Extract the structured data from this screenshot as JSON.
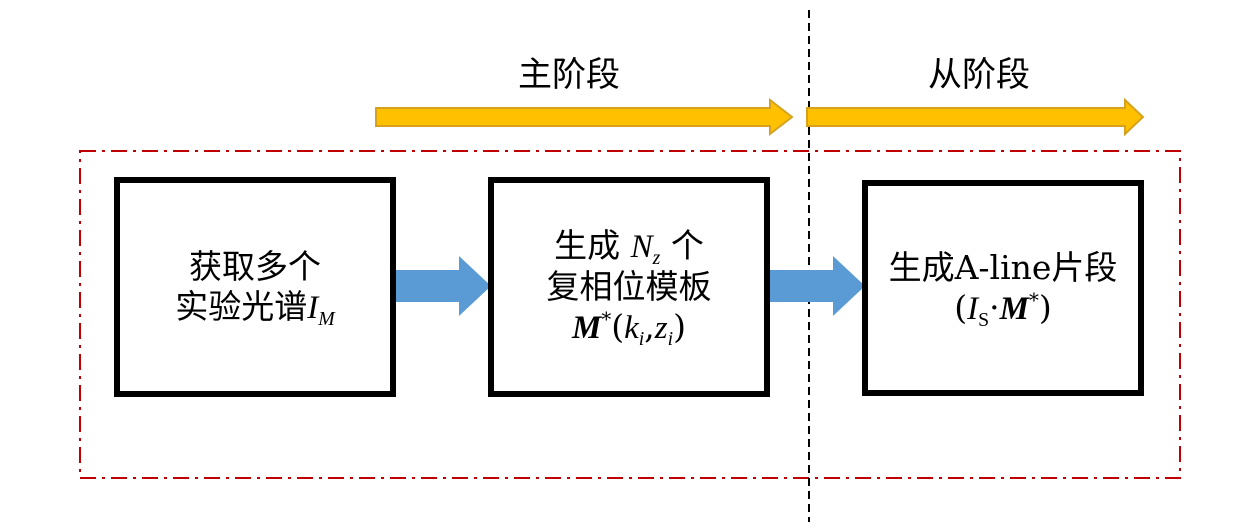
{
  "colors": {
    "stage_arrow_fill": "#FFC000",
    "stage_arrow_stroke": "#D6A21E",
    "flow_arrow_fill": "#5B9BD5",
    "group_border": "#C00000",
    "divider": "#000000",
    "box_border": "#000000"
  },
  "stages": {
    "main": {
      "label": "主阶段"
    },
    "slave": {
      "label": "从阶段"
    }
  },
  "boxes": [
    {
      "line1": "获取多个",
      "line2_text": "实验光谱",
      "line2_var": "I",
      "line2_sub": "M"
    },
    {
      "line1_text_a": "生成 ",
      "line1_var": "N",
      "line1_sub": "z",
      "line1_text_b": " 个",
      "line2": "复相位模板",
      "line3_var": "M",
      "line3_sup": "*",
      "line3_args_open": "(",
      "line3_arg1": "k",
      "line3_arg1_sub": "i",
      "line3_comma": ",",
      "line3_arg2": "z",
      "line3_arg2_sub": "i",
      "line3_args_close": ")"
    },
    {
      "line1": "生成A-line片段",
      "line2_open": "(",
      "line2_var": "I",
      "line2_sub": "S",
      "line2_dot": "·",
      "line2_var2": "M",
      "line2_sup": "*",
      "line2_close": ")"
    }
  ]
}
